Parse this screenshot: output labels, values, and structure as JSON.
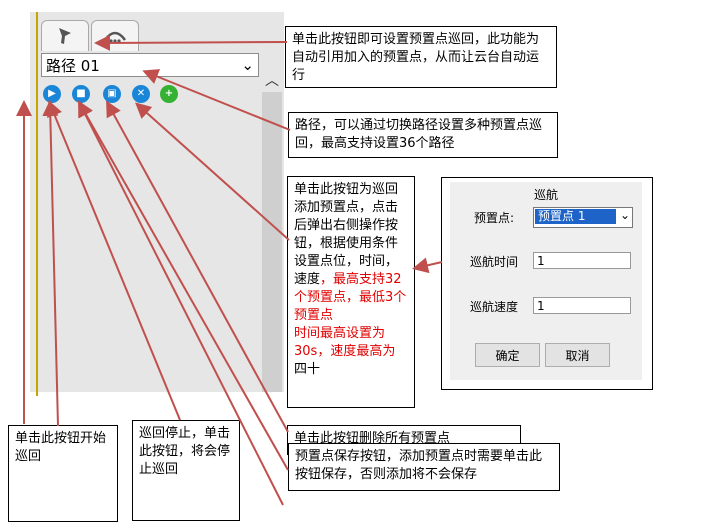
{
  "route_selector": {
    "value": "路径 01"
  },
  "dialog": {
    "title": "巡航",
    "preset_label": "预置点:",
    "preset_value": "预置点 1",
    "time_label": "巡航时间",
    "time_value": "1",
    "speed_label": "巡航速度",
    "speed_value": "1",
    "confirm": "确定",
    "cancel": "取消"
  },
  "annotations": {
    "cruise_button": "单击此按钮即可设置预置点巡回，此功能为自动引用加入的预置点，从而让云台自动运行",
    "route": "路径，可以通过切换路径设置多种预置点巡回，最高支持设置36个路径",
    "add_black": "单击此按钮为巡回添加预置点，点击后弹出右侧操作按钮，根据使用条件设置点位，时间，速度",
    "add_red": "，最高支持32个预置点，最低3个预置点\n时间最高设置为30s，速度最高为",
    "add_tail": "四十",
    "delete": "单击此按钮删除所有预置点",
    "save": "预置点保存按钮，添加预置点时需要单击此按钮保存，否则添加将不会保存",
    "start": "单击此按钮开始巡回",
    "stop": "巡回停止，单击此按钮，将会停止巡回"
  },
  "colors": {
    "arrow": "#c0504d",
    "play": "#1a86d8",
    "save": "#1a86d8",
    "delete": "#1a86d8",
    "add": "#35b233",
    "dialog_selected": "#1e64c8"
  }
}
